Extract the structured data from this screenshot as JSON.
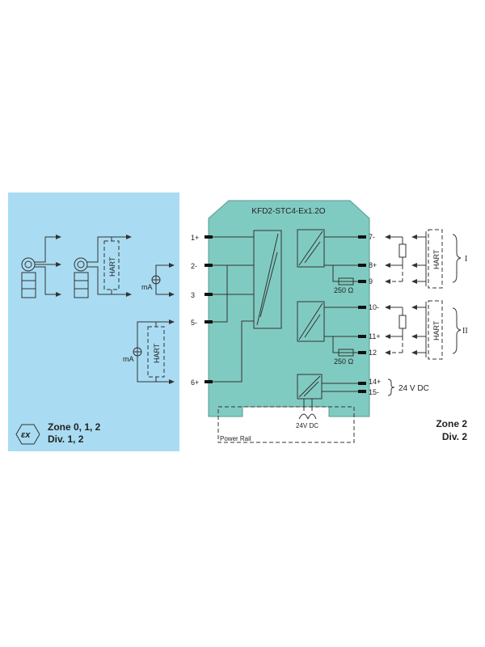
{
  "module": {
    "title": "KFD2-STC4-Ex1.2O"
  },
  "left_terminals": [
    "1+",
    "2-",
    "3",
    "5-",
    "6+"
  ],
  "right_terminals": [
    "7-",
    "8+",
    "9",
    "10-",
    "11+",
    "12",
    "14+",
    "15-"
  ],
  "resistor_labels": [
    "250 Ω",
    "250 Ω"
  ],
  "hart_labels": [
    "HART",
    "HART",
    "HART",
    "HART"
  ],
  "channel_labels": [
    "I",
    "II"
  ],
  "ma_labels": [
    "mA",
    "mA"
  ],
  "supply_label": "24 V DC",
  "power_rail": {
    "label": "Power Rail",
    "voltage": "24V DC"
  },
  "hazardous_zone": {
    "zone": "Zone 0, 1, 2",
    "div": "Div. 1, 2",
    "logo": "Ex"
  },
  "safe_zone": {
    "zone": "Zone 2",
    "div": "Div. 2"
  },
  "colors": {
    "hazard_panel": "#a9dcf2",
    "module": "#80cbc1"
  }
}
